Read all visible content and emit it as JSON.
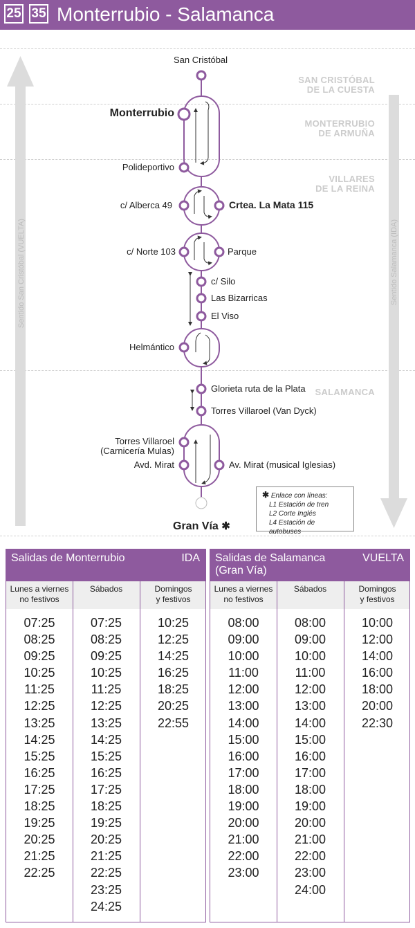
{
  "header": {
    "badges": [
      "25",
      "35"
    ],
    "title": "Monterrubio - Salamanca"
  },
  "colors": {
    "accent": "#8e5a9e",
    "zone_text": "#cccccc",
    "arrow": "#dcdcdc"
  },
  "map": {
    "side_left": "Sentido San Cristóbal (VUELTA)",
    "side_right": "Sentido Salamanca (IDA)",
    "zones": [
      [
        "SAN CRISTÓBAL",
        "DE LA CUESTA"
      ],
      [
        "MONTERRUBIO",
        "DE ARMUÑA"
      ],
      [
        "VILLARES",
        "DE LA REINA"
      ],
      [
        "SALAMANCA"
      ]
    ],
    "stops": {
      "san_cristobal": "San Cristóbal",
      "monterrubio": "Monterrubio",
      "polideportivo": "Polideportivo",
      "alberca": "c/ Alberca 49",
      "mata": "Crtea. La Mata 115",
      "norte": "c/ Norte 103",
      "parque": "Parque",
      "silo": "c/ Silo",
      "bizarricas": "Las Bizarricas",
      "viso": "El Viso",
      "helmantico": "Helmántico",
      "glorieta": "Glorieta ruta de la Plata",
      "torres_vd": "Torres Villaroel (Van Dyck)",
      "torres_cm1": "Torres Villaroel",
      "torres_cm2": "(Carnicería Mulas)",
      "avd_mirat": "Avd. Mirat",
      "av_mirat_ig": "Av. Mirat (musical Iglesias)",
      "gran_via": "Gran Vía"
    },
    "legend": {
      "star": "✱",
      "title": "Enlace con líneas:",
      "lines": [
        "L1 Estación de tren",
        "L2 Corte Inglés",
        "L4 Estación de autobuses"
      ]
    }
  },
  "ida": {
    "title": "Salidas de Monterrubio",
    "direction": "IDA",
    "columns": [
      {
        "header": [
          "Lunes a viernes",
          "no festivos"
        ],
        "times": [
          "07:25",
          "08:25",
          "09:25",
          "10:25",
          "11:25",
          "12:25",
          "13:25",
          "14:25",
          "15:25",
          "16:25",
          "17:25",
          "18:25",
          "19:25",
          "20:25",
          "21:25",
          "22:25"
        ]
      },
      {
        "header": [
          "Sábados"
        ],
        "times": [
          "07:25",
          "08:25",
          "09:25",
          "10:25",
          "11:25",
          "12:25",
          "13:25",
          "14:25",
          "15:25",
          "16:25",
          "17:25",
          "18:25",
          "19:25",
          "20:25",
          "21:25",
          "22:25",
          "23:25",
          "24:25"
        ]
      },
      {
        "header": [
          "Domingos",
          "y festivos"
        ],
        "times": [
          "10:25",
          "12:25",
          "14:25",
          "16:25",
          "18:25",
          "20:25",
          "22:55"
        ]
      }
    ]
  },
  "vuelta": {
    "title": [
      "Salidas de Salamanca",
      "(Gran Vía)"
    ],
    "direction": "VUELTA",
    "columns": [
      {
        "header": [
          "Lunes a viernes",
          "no festivos"
        ],
        "times": [
          "08:00",
          "09:00",
          "10:00",
          "11:00",
          "12:00",
          "13:00",
          "14:00",
          "15:00",
          "16:00",
          "17:00",
          "18:00",
          "19:00",
          "20:00",
          "21:00",
          "22:00",
          "23:00"
        ]
      },
      {
        "header": [
          "Sábados"
        ],
        "times": [
          "08:00",
          "09:00",
          "10:00",
          "11:00",
          "12:00",
          "13:00",
          "14:00",
          "15:00",
          "16:00",
          "17:00",
          "18:00",
          "19:00",
          "20:00",
          "21:00",
          "22:00",
          "23:00",
          "24:00"
        ]
      },
      {
        "header": [
          "Domingos",
          "y festivos"
        ],
        "times": [
          "10:00",
          "12:00",
          "14:00",
          "16:00",
          "18:00",
          "20:00",
          "22:30"
        ]
      }
    ]
  }
}
